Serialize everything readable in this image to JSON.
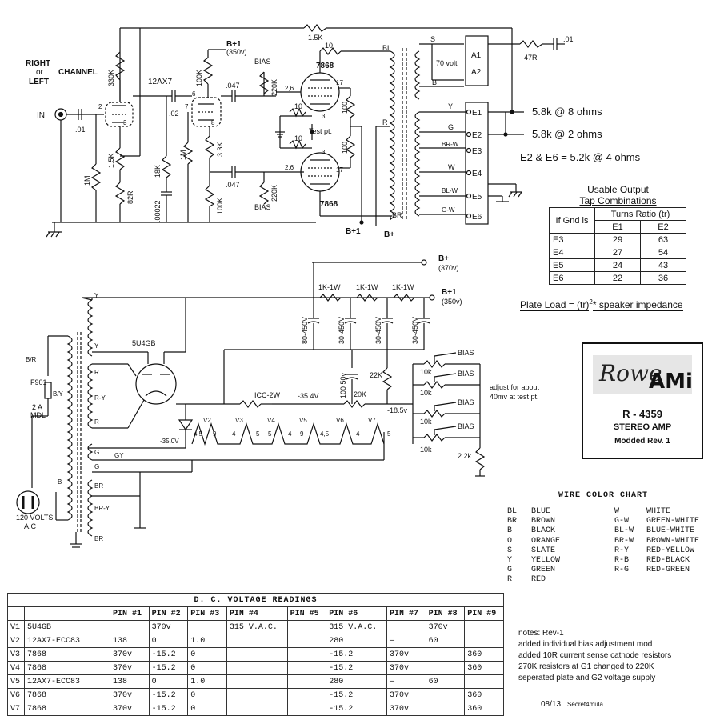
{
  "schematic": {
    "channel_label": [
      "RIGHT",
      "or",
      "CHANNEL",
      "LEFT"
    ],
    "input": "IN",
    "tube_12ax7": "12AX7",
    "tube_7868_top": "7868",
    "tube_7868_bottom": "7868",
    "tube_5u4gb": "5U4GB",
    "test_point": "Test pt.",
    "bplus1_top": "B+1",
    "bplus1_top_v": "(350v)",
    "bias": "BIAS",
    "b_plus": "B+",
    "seventy_volt": "70 volt",
    "resistors": {
      "r330k": "330K",
      "r1m_a": "1M",
      "r15k": "1.5K",
      "r82r": "82R",
      "r18k": "18K",
      "r100k_a": "100K",
      "r33k": "3.3K",
      "r1m_b": "1M",
      "r100k_b": "100K",
      "r220k_a": "220K",
      "r220k_b": "220K",
      "r15k_top": "1.5K",
      "r10_top": "10",
      "r10_a": "10",
      "r10_b": "10",
      "r10_c": "10",
      "r100_a": "100",
      "r100_b": "100",
      "r47r": "47R"
    },
    "caps": {
      "c01_in": ".01",
      "c02": ".02",
      "c047_a": ".047",
      "c047_b": ".047",
      "c00022": ".00022",
      "c01_out": ".01"
    },
    "pins": {
      "p2": "2",
      "p3": "3",
      "p7": "7",
      "p6": "6",
      "p8": "8",
      "p26_a": "2,6",
      "p17_a": "17",
      "p26_b": "2,6",
      "p17_b": "17",
      "p3_b": "3",
      "p3_c": "3"
    },
    "xfmr_labels": {
      "bl": "BL",
      "r": "R",
      "br": "BR",
      "s": "S",
      "b": "B",
      "y": "Y",
      "g": "G",
      "brw": "BR-W",
      "w": "W",
      "blw": "BL-W",
      "gw": "G-W"
    },
    "terminals": [
      "E1",
      "E2",
      "E3",
      "E4",
      "E5",
      "E6"
    ],
    "a_terminals": [
      "A1",
      "A2"
    ],
    "power": {
      "bplus": "B+",
      "bplus_v": "(370v)",
      "bplus1": "B+1",
      "bplus1_v": "(350v)",
      "r1k_a": "1K-1W",
      "r1k_b": "1K-1W",
      "r1k_c": "1K-1W",
      "cap_80": "80-450V",
      "cap_30a": "30-450V",
      "cap_30b": "30-450V",
      "cap_30c": "30-450V",
      "cap_100": "100 50v",
      "r22k": "22K",
      "r20k": "20K",
      "bias_v": "-18.5v",
      "rcc": "ICC-2W",
      "neg354": "-35.4V",
      "neg350": "-35.0V",
      "bias_labels": [
        "BIAS",
        "BIAS",
        "BIAS",
        "BIAS"
      ],
      "pot_labels": [
        "10k",
        "10k",
        "10k",
        "10k"
      ],
      "r22k_b": "2.2k",
      "adjust_note": [
        "adjust for about",
        "40mv at test pt."
      ],
      "fuse": "F901",
      "fuse_rating": [
        "2 A",
        "MDL"
      ],
      "mains": [
        "120 VOLTS",
        "A.C"
      ],
      "pt_labels": {
        "br": "B/R",
        "by": "B/Y",
        "b": "B",
        "y1": "Y",
        "y2": "Y",
        "r1": "R",
        "ry": "R-Y",
        "r2": "R",
        "g": "G",
        "gy": "GY",
        "g2": "G",
        "br2": "BR",
        "bry": "BR-Y",
        "br3": "BR"
      },
      "heater_tubes": [
        "V2",
        "V3",
        "V4",
        "V5",
        "V6",
        "V7"
      ],
      "heater_pins": [
        "4,5",
        "9",
        "4",
        "5",
        "5",
        "4",
        "9",
        "4,5",
        "4",
        "5"
      ]
    }
  },
  "taps": [
    "5.8k @ 8 ohms",
    "5.8k @ 2 ohms",
    "E2 & E6 = 5.2k @ 4 ohms"
  ],
  "turns_table": {
    "title": [
      "Usable Output",
      "Tap Combinations"
    ],
    "col_if": "If Gnd is",
    "col_ratio": "Turns Ratio (tr)",
    "col_e1": "E1",
    "col_e2": "E2",
    "rows": [
      [
        "E3",
        "29",
        "63"
      ],
      [
        "E4",
        "27",
        "54"
      ],
      [
        "E5",
        "24",
        "43"
      ],
      [
        "E6",
        "22",
        "36"
      ]
    ],
    "plate_load": "Plate Load = (tr)",
    "plate_load_exp": "2",
    "plate_load_tail": "* speaker impedance"
  },
  "brand": {
    "logo_a": "Rowe",
    "logo_b": "AMi",
    "model": "R - 4359",
    "product": "STEREO AMP",
    "revision": "Modded Rev. 1"
  },
  "wire_chart": {
    "title": "WIRE COLOR CHART",
    "left": [
      [
        "BL",
        "BLUE"
      ],
      [
        "BR",
        "BROWN"
      ],
      [
        "B",
        "BLACK"
      ],
      [
        "O",
        "ORANGE"
      ],
      [
        "S",
        "SLATE"
      ],
      [
        "Y",
        "YELLOW"
      ],
      [
        "G",
        "GREEN"
      ],
      [
        "R",
        "RED"
      ]
    ],
    "right": [
      [
        "W",
        "WHITE"
      ],
      [
        "G-W",
        "GREEN-WHITE"
      ],
      [
        "BL-W",
        "BLUE-WHITE"
      ],
      [
        "BR-W",
        "BROWN-WHITE"
      ],
      [
        "R-Y",
        "RED-YELLOW"
      ],
      [
        "R-B",
        "RED-BLACK"
      ],
      [
        "R-G",
        "RED-GREEN"
      ]
    ]
  },
  "dc_table": {
    "caption": "D. C. VOLTAGE READINGS",
    "headers": [
      "",
      "",
      "PIN #1",
      "PIN #2",
      "PIN #3",
      "PIN #4",
      "PIN #5",
      "PIN #6",
      "PIN #7",
      "PIN #8",
      "PIN #9"
    ],
    "rows": [
      [
        "V1",
        "5U4GB",
        "",
        "370v",
        "",
        "315 V.A.C.",
        "",
        "315 V.A.C.",
        "",
        "370v",
        ""
      ],
      [
        "V2",
        "12AX7-ECC83",
        "138",
        "0",
        "1.0",
        "",
        "",
        "280",
        "—",
        "60",
        ""
      ],
      [
        "V3",
        "7868",
        "370v",
        "-15.2",
        "0",
        "",
        "",
        "-15.2",
        "370v",
        "",
        "360"
      ],
      [
        "V4",
        "7868",
        "370v",
        "-15.2",
        "0",
        "",
        "",
        "-15.2",
        "370v",
        "",
        "360"
      ],
      [
        "V5",
        "12AX7-ECC83",
        "138",
        "0",
        "1.0",
        "",
        "",
        "280",
        "—",
        "60",
        ""
      ],
      [
        "V6",
        "7868",
        "370v",
        "-15.2",
        "0",
        "",
        "",
        "-15.2",
        "370v",
        "",
        "360"
      ],
      [
        "V7",
        "7868",
        "370v",
        "-15.2",
        "0",
        "",
        "",
        "-15.2",
        "370v",
        "",
        "360"
      ]
    ]
  },
  "notes": [
    "notes:     Rev-1",
    "added individual bias adjustment mod",
    "added 10R current sense cathode resistors",
    "270K resistors at G1 changed to 220K",
    "seperated plate and G2 voltage supply"
  ],
  "footer": {
    "date": "08/13",
    "author": "Secret4mula"
  }
}
